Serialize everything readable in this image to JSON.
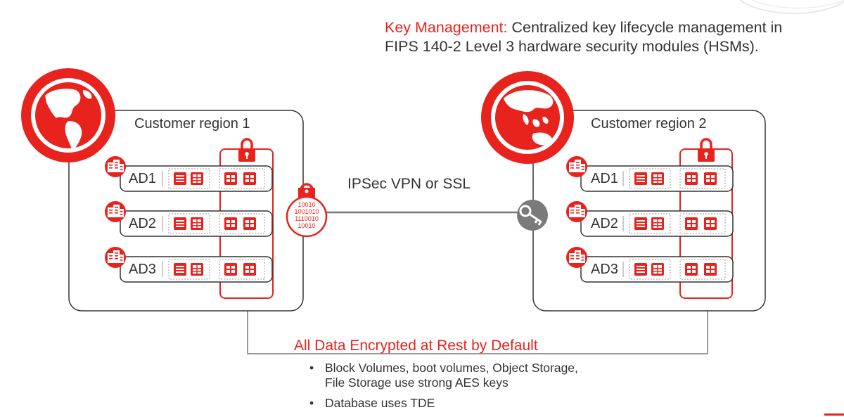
{
  "key_management": {
    "label": "Key Management:",
    "text_line1": " Centralized key lifecycle management in",
    "text_line2": "FIPS 140-2 Level 3 hardware security modules (HSMs)."
  },
  "regions": [
    {
      "title": "Customer region 1",
      "ads": [
        "AD1",
        "AD2",
        "AD3"
      ]
    },
    {
      "title": "Customer region 2",
      "ads": [
        "AD1",
        "AD2",
        "AD3"
      ]
    }
  ],
  "connection": {
    "label": "IPSec VPN or SSL"
  },
  "encrypted_data_glyphs": [
    "10010",
    "1001010",
    "1110010",
    "10010"
  ],
  "encryption": {
    "title": "All Data Encrypted at Rest by Default",
    "bullets": [
      {
        "line1": "Block Volumes, boot volumes, Object Storage,",
        "line2": "File Storage use strong AES keys"
      },
      {
        "line1": "Database uses TDE",
        "line2": ""
      }
    ]
  },
  "colors": {
    "accent": "#e8221d",
    "text": "#333333",
    "outline": "#333333",
    "connector": "#999999",
    "key_icon": "#7a7a7a"
  },
  "icons": [
    "globe-americas-icon",
    "globe-asia-icon",
    "padlock-icon",
    "data-center-icon",
    "server-icon",
    "database-icon",
    "key-icon"
  ]
}
